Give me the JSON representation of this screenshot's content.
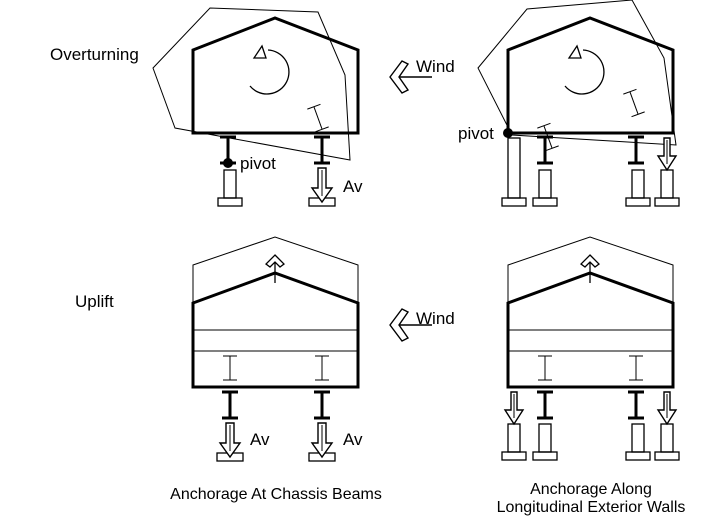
{
  "labels": {
    "overturning": "Overturning",
    "uplift": "Uplift",
    "wind": "Wind",
    "pivot": "pivot",
    "av": "Av"
  },
  "captions": {
    "left": "Anchorage At Chassis Beams",
    "right_line1": "Anchorage Along",
    "right_line2": "Longitudinal Exterior Walls"
  },
  "colors": {
    "ink": "#000000",
    "background": "#ffffff"
  },
  "icons": {
    "wind_arrow": "chevron-left-arrow",
    "rotation": "curved-rotation-arrow",
    "uplift_arrow": "up-chevron-arrow",
    "anchor_force": "down-hollow-arrow",
    "beam": "i-beam",
    "pier": "pier-footing"
  }
}
